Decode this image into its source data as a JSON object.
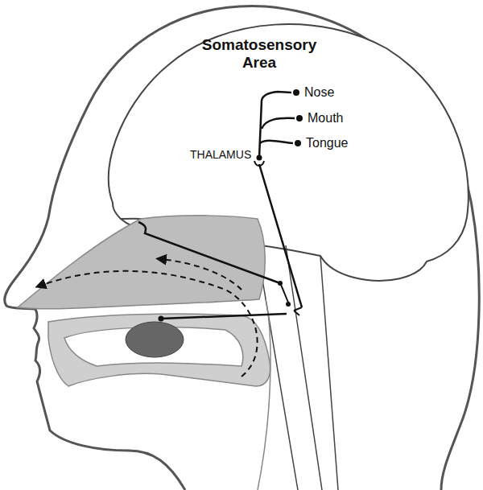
{
  "diagram": {
    "labels": [
      "Somatosensory Area",
      "Nose",
      "Mouth",
      "Tongue",
      "THALAMUS"
    ]
  }
}
